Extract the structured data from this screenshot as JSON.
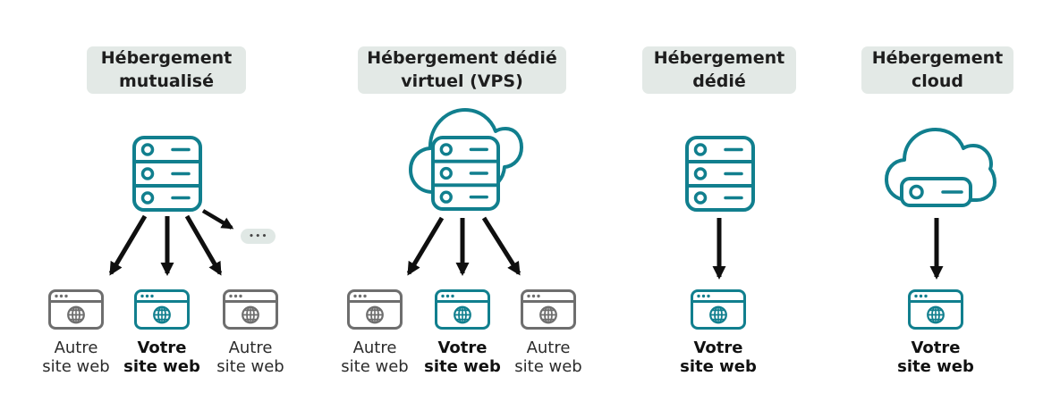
{
  "palette": {
    "teal": "#117F8E",
    "gray": "#6E6E6E",
    "heading_text": "#1E1E1E",
    "body_text": "#2B2B2B",
    "badge_background": "#E3E9E6",
    "arrow": "#0F0F0F"
  },
  "columns": [
    {
      "id": "mutualise",
      "title": "Hébergement\nmutualisé",
      "icon": "server-icon",
      "more_label": "•••",
      "sites": [
        {
          "label": "Autre\nsite web",
          "owner": false,
          "icon": "browser-icon"
        },
        {
          "label": "Votre\nsite web",
          "owner": true,
          "icon": "browser-icon"
        },
        {
          "label": "Autre\nsite web",
          "owner": false,
          "icon": "browser-icon"
        }
      ]
    },
    {
      "id": "vps",
      "title": "Hébergement dédié\nvirtuel (VPS)",
      "icon": "cloud-server-icon",
      "sites": [
        {
          "label": "Autre\nsite web",
          "owner": false,
          "icon": "browser-icon"
        },
        {
          "label": "Votre\nsite web",
          "owner": true,
          "icon": "browser-icon"
        },
        {
          "label": "Autre\nsite web",
          "owner": false,
          "icon": "browser-icon"
        }
      ]
    },
    {
      "id": "dedie",
      "title": "Hébergement\ndédié",
      "icon": "server-icon",
      "sites": [
        {
          "label": "Votre\nsite web",
          "owner": true,
          "icon": "browser-icon"
        }
      ]
    },
    {
      "id": "cloud",
      "title": "Hébergement\ncloud",
      "icon": "cloud-single-server-icon",
      "sites": [
        {
          "label": "Votre\nsite web",
          "owner": true,
          "icon": "browser-icon"
        }
      ]
    }
  ]
}
